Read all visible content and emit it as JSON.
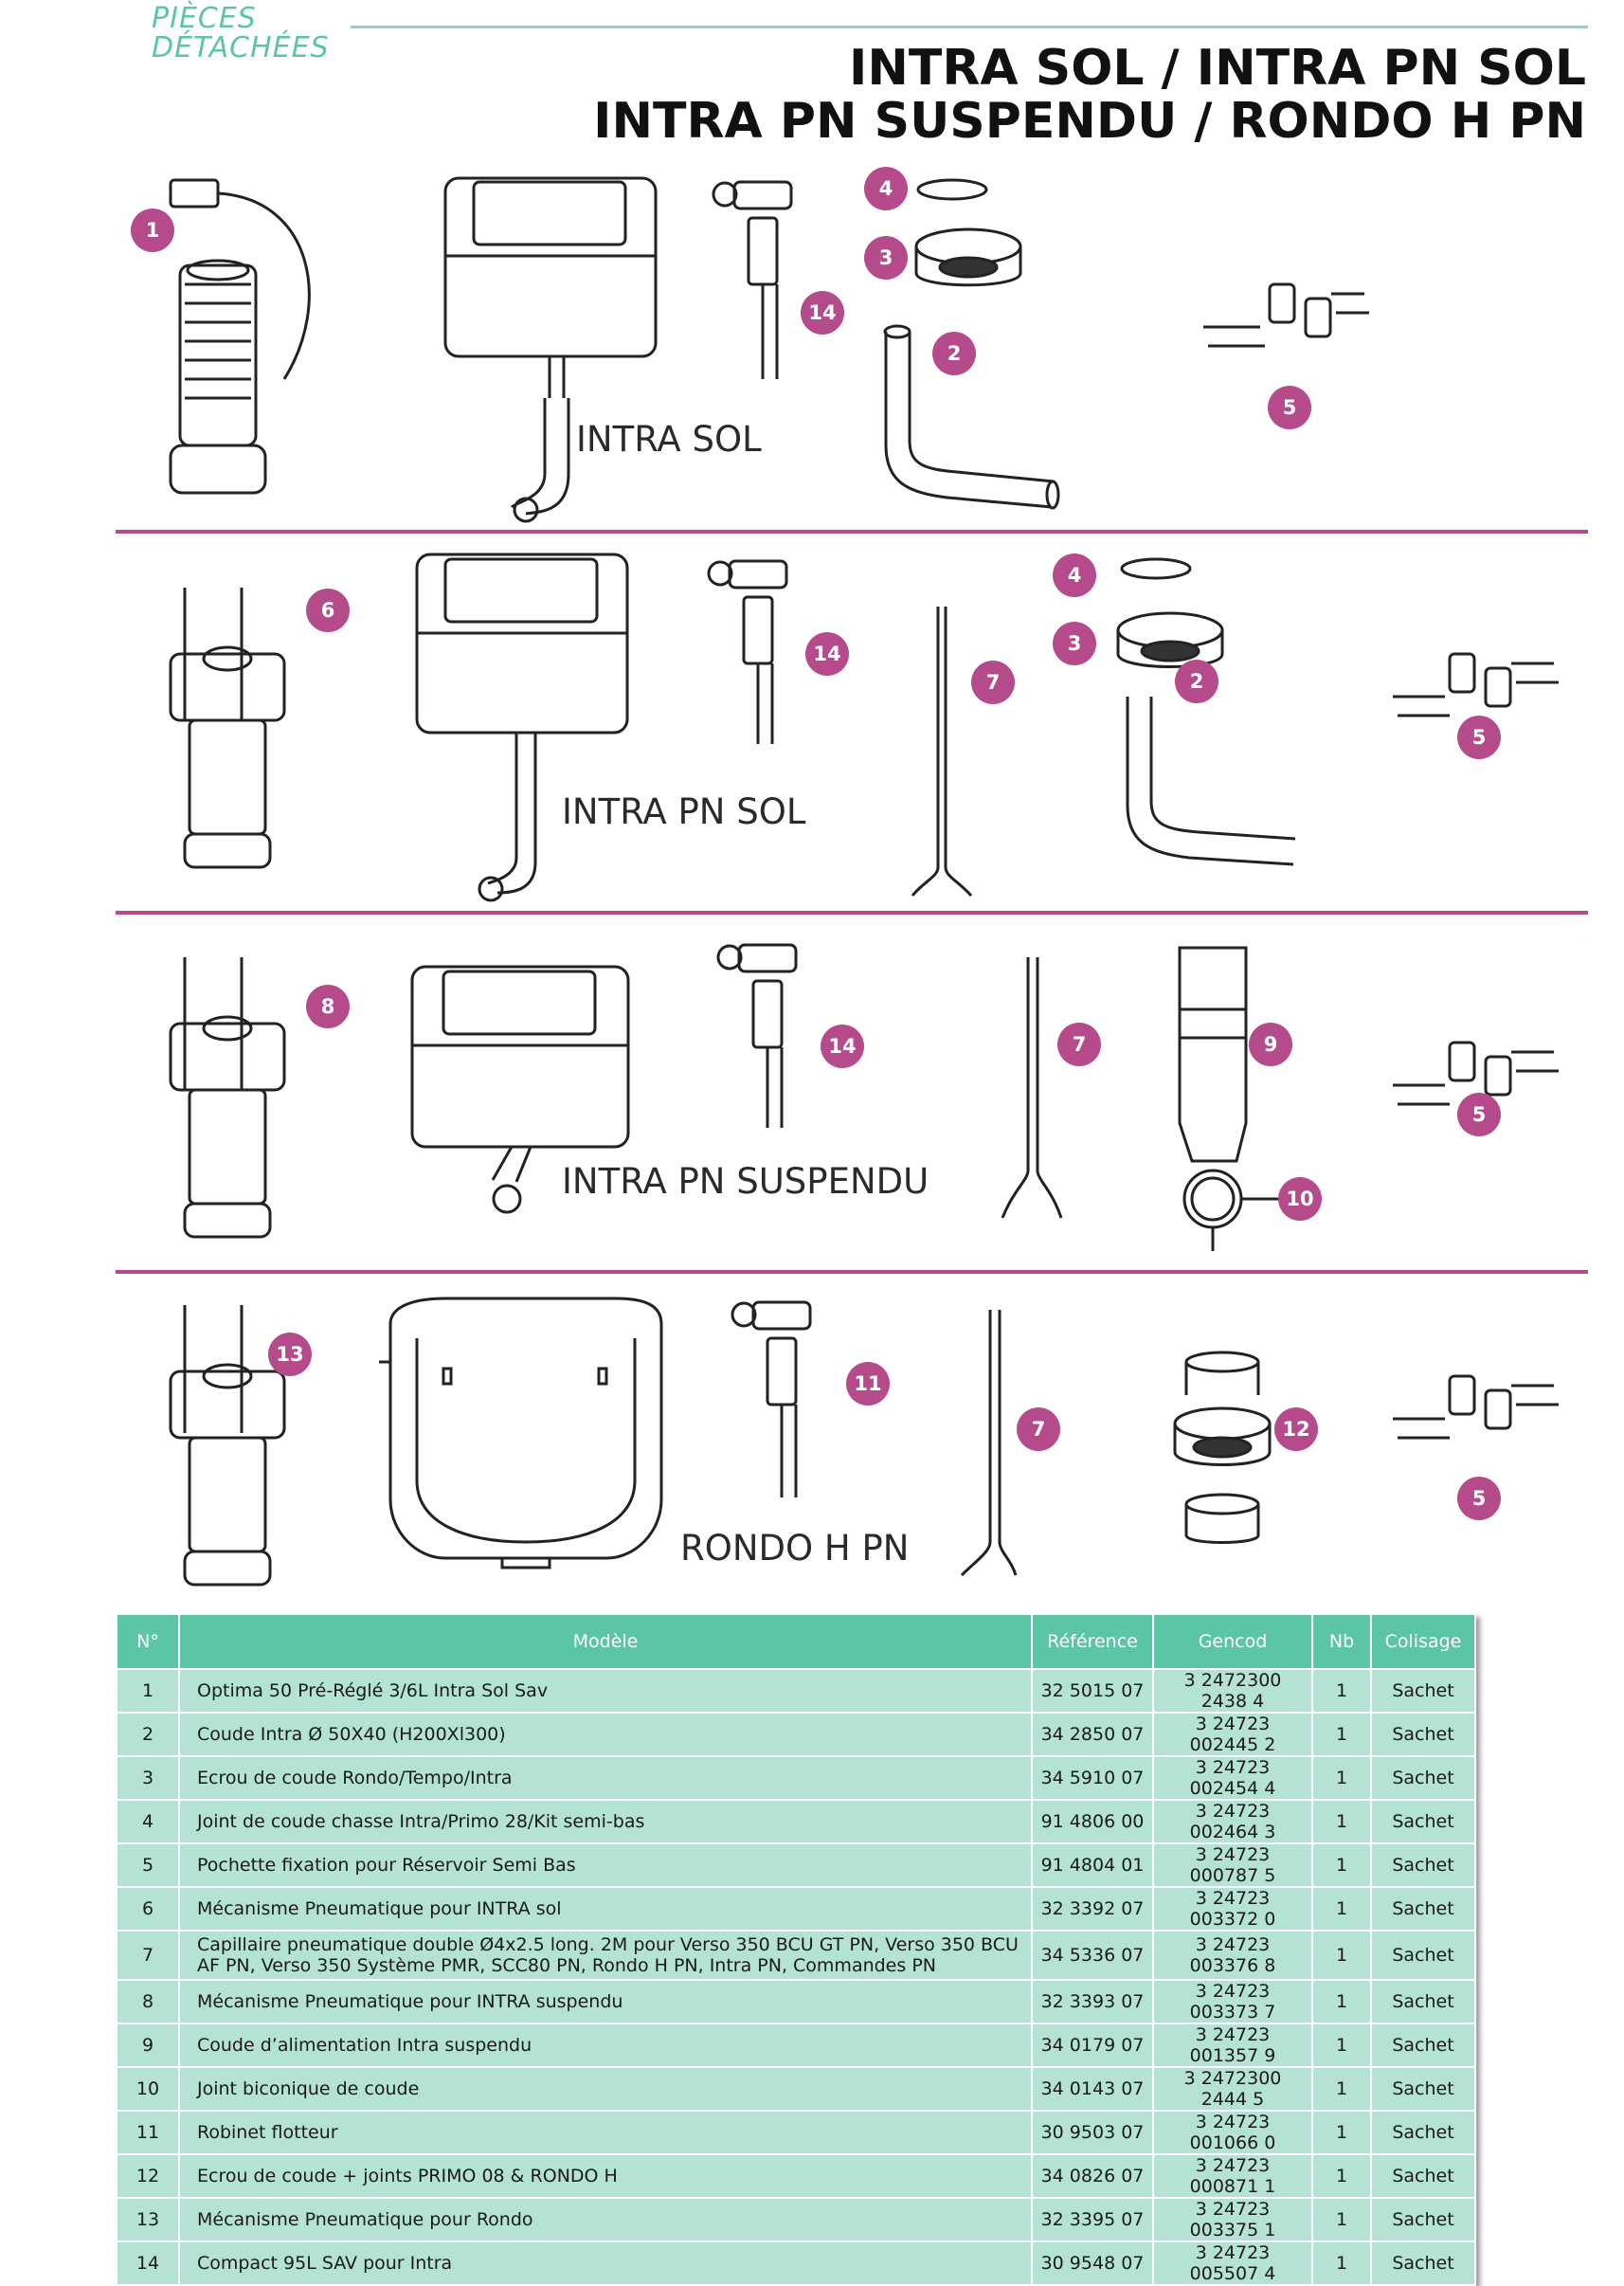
{
  "header": {
    "brand_line1": "PIÈCES",
    "brand_line2": "DÉTACHÉES",
    "title_line1": "INTRA SOL / INTRA PN SOL",
    "title_line2": "INTRA PN SUSPENDU / RONDO H PN"
  },
  "sections": [
    {
      "label": "INTRA SOL",
      "badges": [
        "1",
        "4",
        "3",
        "14",
        "2",
        "5"
      ]
    },
    {
      "label": "INTRA PN SOL",
      "badges": [
        "6",
        "14",
        "7",
        "4",
        "3",
        "2",
        "5"
      ]
    },
    {
      "label": "INTRA PN SUSPENDU",
      "badges": [
        "8",
        "14",
        "7",
        "9",
        "10",
        "5"
      ]
    },
    {
      "label": "RONDO H PN",
      "badges": [
        "13",
        "11",
        "7",
        "12",
        "5"
      ]
    }
  ],
  "table": {
    "headers": [
      "N°",
      "Modèle",
      "Référence",
      "Gencod",
      "Nb",
      "Colisage"
    ],
    "rows": [
      {
        "n": "1",
        "model": "Optima 50 Pré-Réglé 3/6L Intra Sol Sav",
        "ref": "32 5015 07",
        "gencod": "3 2472300 2438 4",
        "nb": "1",
        "pack": "Sachet"
      },
      {
        "n": "2",
        "model": "Coude Intra Ø 50X40 (H200Xl300)",
        "ref": "34 2850 07",
        "gencod": "3 24723 002445 2",
        "nb": "1",
        "pack": "Sachet"
      },
      {
        "n": "3",
        "model": "Ecrou de coude Rondo/Tempo/Intra",
        "ref": "34 5910 07",
        "gencod": "3 24723 002454 4",
        "nb": "1",
        "pack": "Sachet"
      },
      {
        "n": "4",
        "model": "Joint de coude chasse Intra/Primo 28/Kit semi-bas",
        "ref": "91 4806 00",
        "gencod": "3 24723 002464 3",
        "nb": "1",
        "pack": "Sachet"
      },
      {
        "n": "5",
        "model": "Pochette fixation pour Réservoir Semi Bas",
        "ref": "91 4804 01",
        "gencod": "3 24723 000787 5",
        "nb": "1",
        "pack": "Sachet"
      },
      {
        "n": "6",
        "model": "Mécanisme Pneumatique pour INTRA sol",
        "ref": "32 3392 07",
        "gencod": "3 24723 003372 0",
        "nb": "1",
        "pack": "Sachet"
      },
      {
        "n": "7",
        "model": "Capillaire pneumatique double Ø4x2.5 long. 2M pour Verso 350 BCU GT PN, Verso 350 BCU AF PN, Verso 350 Système PMR, SCC80 PN, Rondo H PN, Intra PN, Commandes PN",
        "ref": "34 5336 07",
        "gencod": "3 24723 003376 8",
        "nb": "1",
        "pack": "Sachet"
      },
      {
        "n": "8",
        "model": "Mécanisme Pneumatique pour INTRA suspendu",
        "ref": "32 3393 07",
        "gencod": "3 24723 003373 7",
        "nb": "1",
        "pack": "Sachet"
      },
      {
        "n": "9",
        "model": "Coude d’alimentation Intra suspendu",
        "ref": "34 0179 07",
        "gencod": "3 24723 001357 9",
        "nb": "1",
        "pack": "Sachet"
      },
      {
        "n": "10",
        "model": "Joint biconique de coude",
        "ref": "34 0143 07",
        "gencod": "3 2472300 2444 5",
        "nb": "1",
        "pack": "Sachet"
      },
      {
        "n": "11",
        "model": "Robinet flotteur",
        "ref": "30 9503 07",
        "gencod": "3 24723 001066 0",
        "nb": "1",
        "pack": "Sachet"
      },
      {
        "n": "12",
        "model": "Ecrou de coude + joints PRIMO 08 & RONDO H",
        "ref": "34 0826 07",
        "gencod": "3 24723 000871 1",
        "nb": "1",
        "pack": "Sachet"
      },
      {
        "n": "13",
        "model": "Mécanisme Pneumatique pour Rondo",
        "ref": "32 3395 07",
        "gencod": "3 24723 003375 1",
        "nb": "1",
        "pack": "Sachet"
      },
      {
        "n": "14",
        "model": "Compact 95L SAV pour Intra",
        "ref": "30 9548 07",
        "gencod": "3 24723 005507 4",
        "nb": "1",
        "pack": "Sachet"
      }
    ]
  },
  "colors": {
    "accent_green": "#5cc5a6",
    "table_row": "#b4e3d3",
    "divider_magenta": "#b64b8b",
    "badge": "#b64b8b"
  }
}
